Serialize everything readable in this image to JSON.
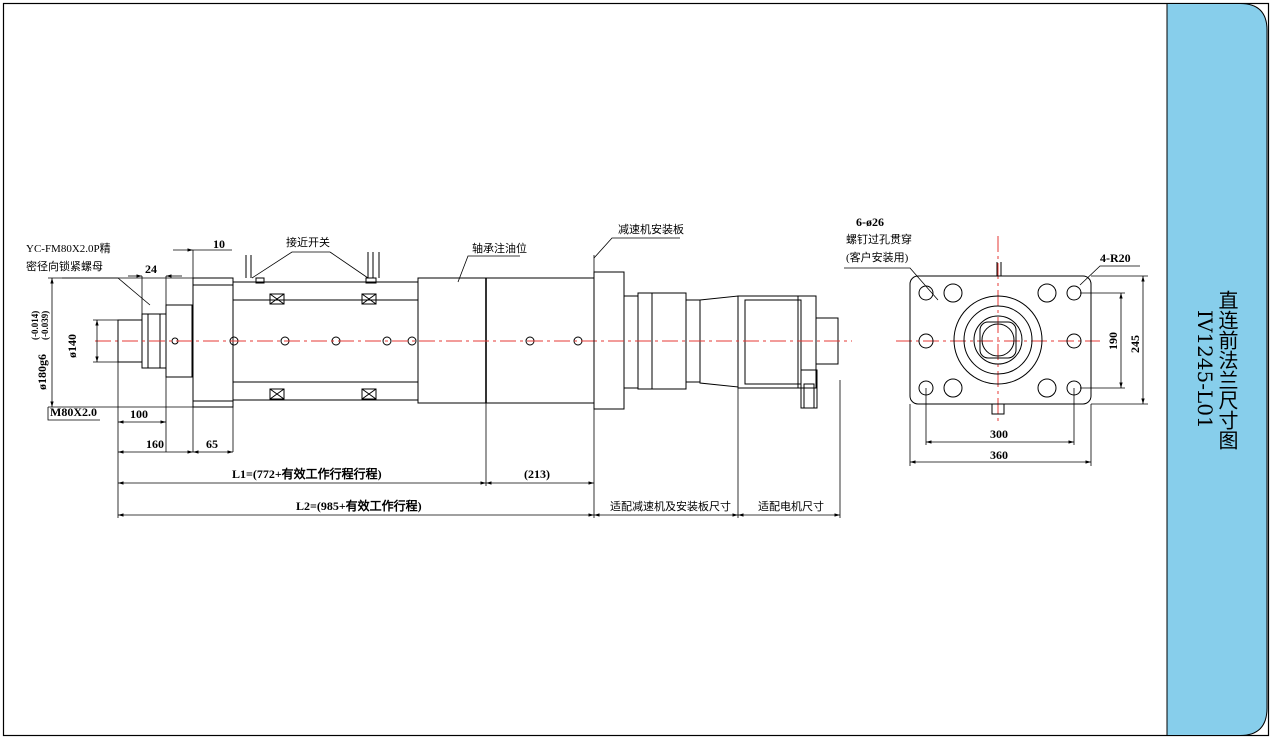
{
  "side_title": {
    "line1": "直连前法兰尺寸图",
    "line2": "IV1245-L01"
  },
  "labels": {
    "nut_line1": "YC-FM80X2.0P精",
    "nut_line2": "密径向锁紧螺母",
    "proximity_switch": "接近开关",
    "oil_point": "轴承注油位",
    "reducer_plate": "减速机安装板",
    "holes_spec": "6-ø26",
    "holes_line1": "螺钉过孔贯穿",
    "holes_line2": "(客户安装用)",
    "corner_radius": "4-R20",
    "thread": "M80X2.0",
    "dia_140": "ø140",
    "dia_180": "ø180g6",
    "tol_upper": "(-0.014)",
    "tol_lower": "(-0.039)"
  },
  "dimensions": {
    "d10": "10",
    "d24": "24",
    "d100": "100",
    "d160": "160",
    "d65": "65",
    "l1": "L1=(772+有效工作行程行程)",
    "d213": "(213)",
    "l2": "L2=(985+有效工作行程)",
    "reducer_size": "适配减速机及安装板尺寸",
    "motor_size": "适配电机尺寸",
    "d300": "300",
    "d360": "360",
    "d190": "190",
    "d245": "245"
  },
  "colors": {
    "panel": "#87CEEB",
    "centerline": "#e53935",
    "outline": "#000000"
  }
}
